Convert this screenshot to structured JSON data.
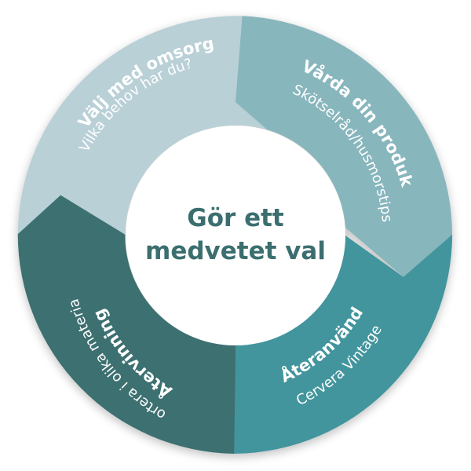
{
  "center": {
    "line1": "Gör ett",
    "line2": "medvetet val"
  },
  "segments": [
    {
      "title": "Välj med omsorg",
      "subtitle": "Vilka behov har du?",
      "color": "#b9d0d7"
    },
    {
      "title": "Vårda din produkt",
      "subtitle": "Skötselråd/husmorstips",
      "color": "#88b6bd"
    },
    {
      "title": "Återanvänd",
      "subtitle": "Cervera Vintage",
      "color": "#43959d"
    },
    {
      "title": "Återvinning",
      "subtitle": "Sortera i olika material",
      "color": "#3c6f70"
    }
  ]
}
